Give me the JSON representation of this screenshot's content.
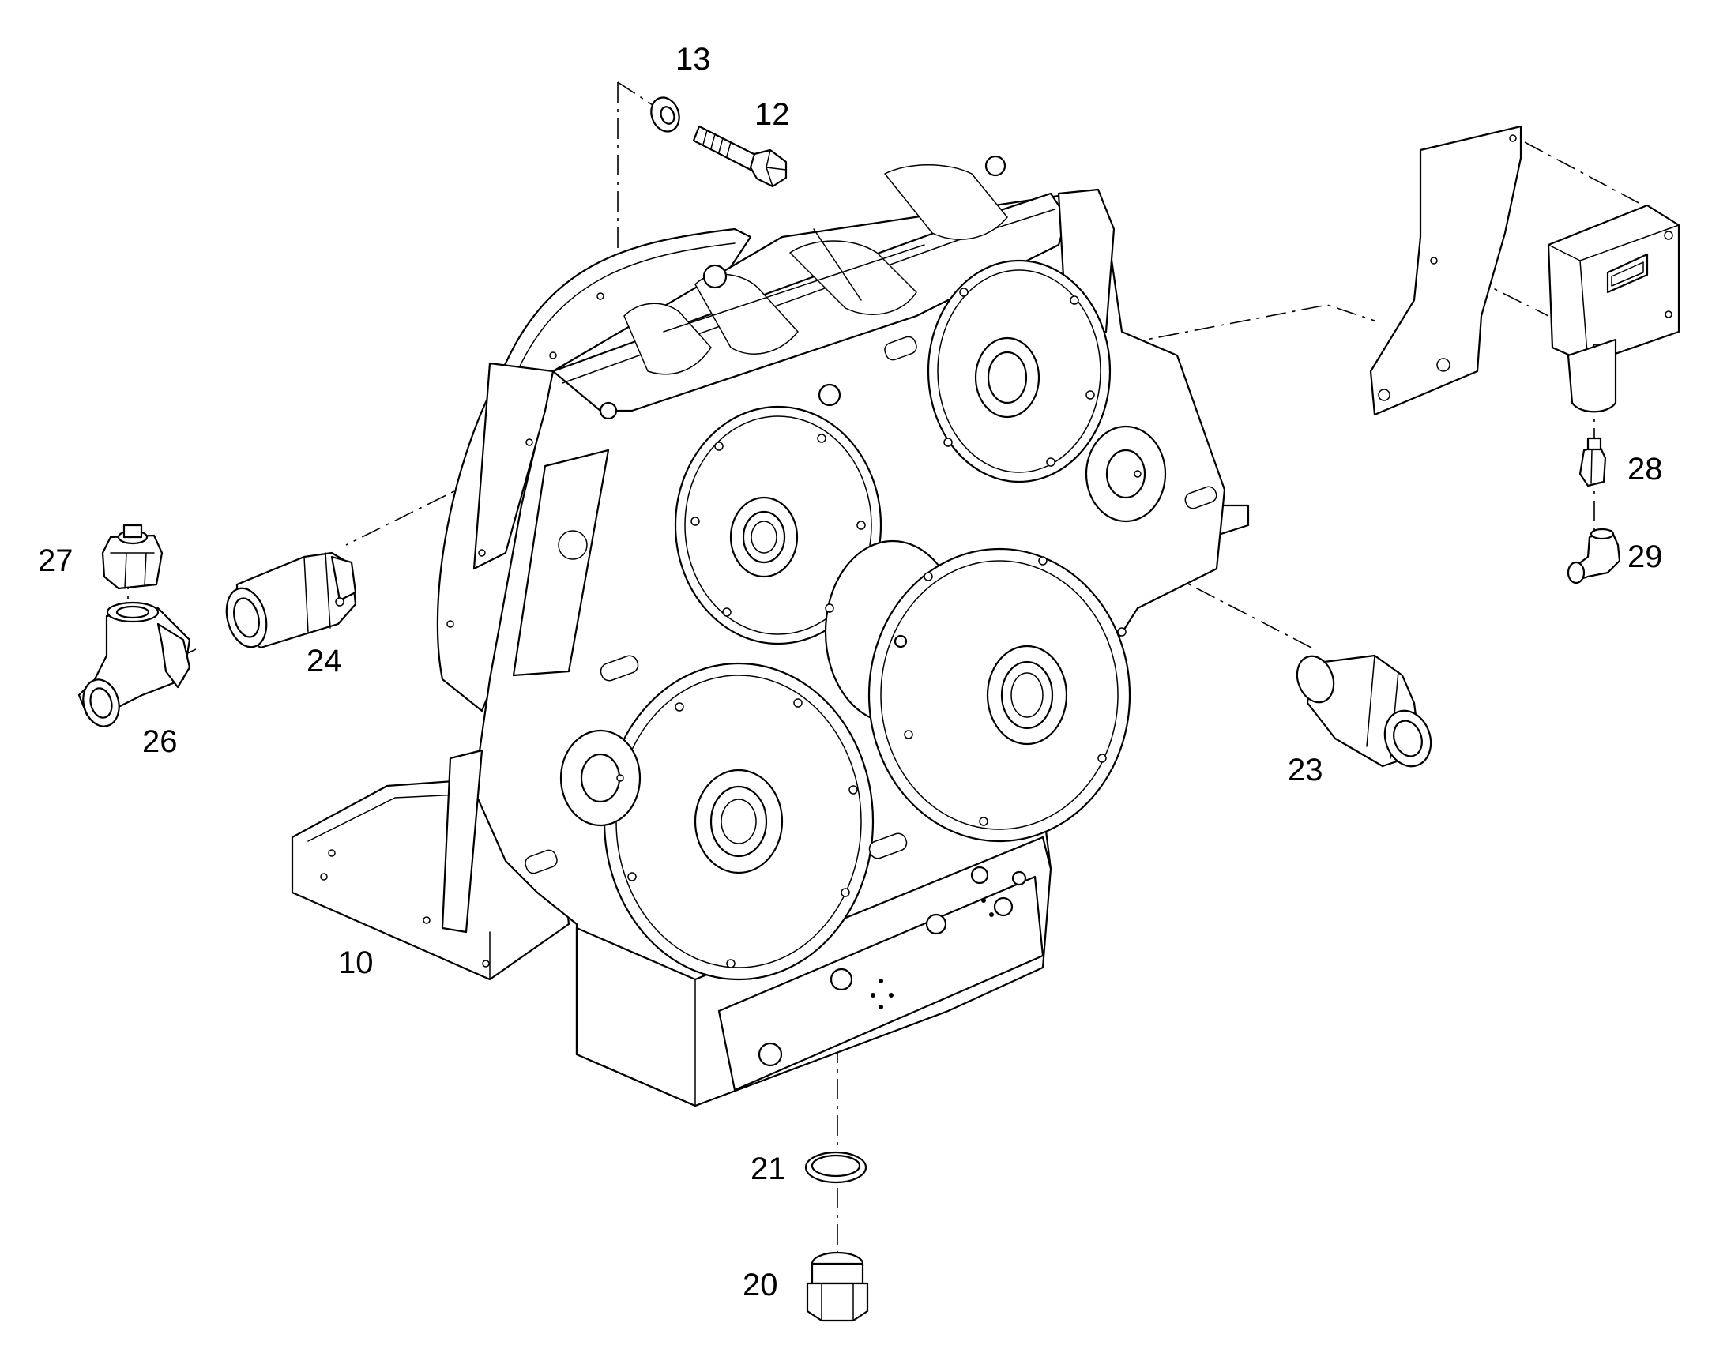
{
  "callouts": [
    {
      "id": "13",
      "text": "13"
    },
    {
      "id": "12",
      "text": "12"
    },
    {
      "id": "28",
      "text": "28"
    },
    {
      "id": "29",
      "text": "29"
    },
    {
      "id": "27",
      "text": "27"
    },
    {
      "id": "24",
      "text": "24"
    },
    {
      "id": "26",
      "text": "26"
    },
    {
      "id": "23",
      "text": "23"
    },
    {
      "id": "10",
      "text": "10"
    },
    {
      "id": "21",
      "text": "21"
    },
    {
      "id": "20",
      "text": "20"
    }
  ],
  "colors": {
    "line": "#000000",
    "background": "#ffffff"
  }
}
